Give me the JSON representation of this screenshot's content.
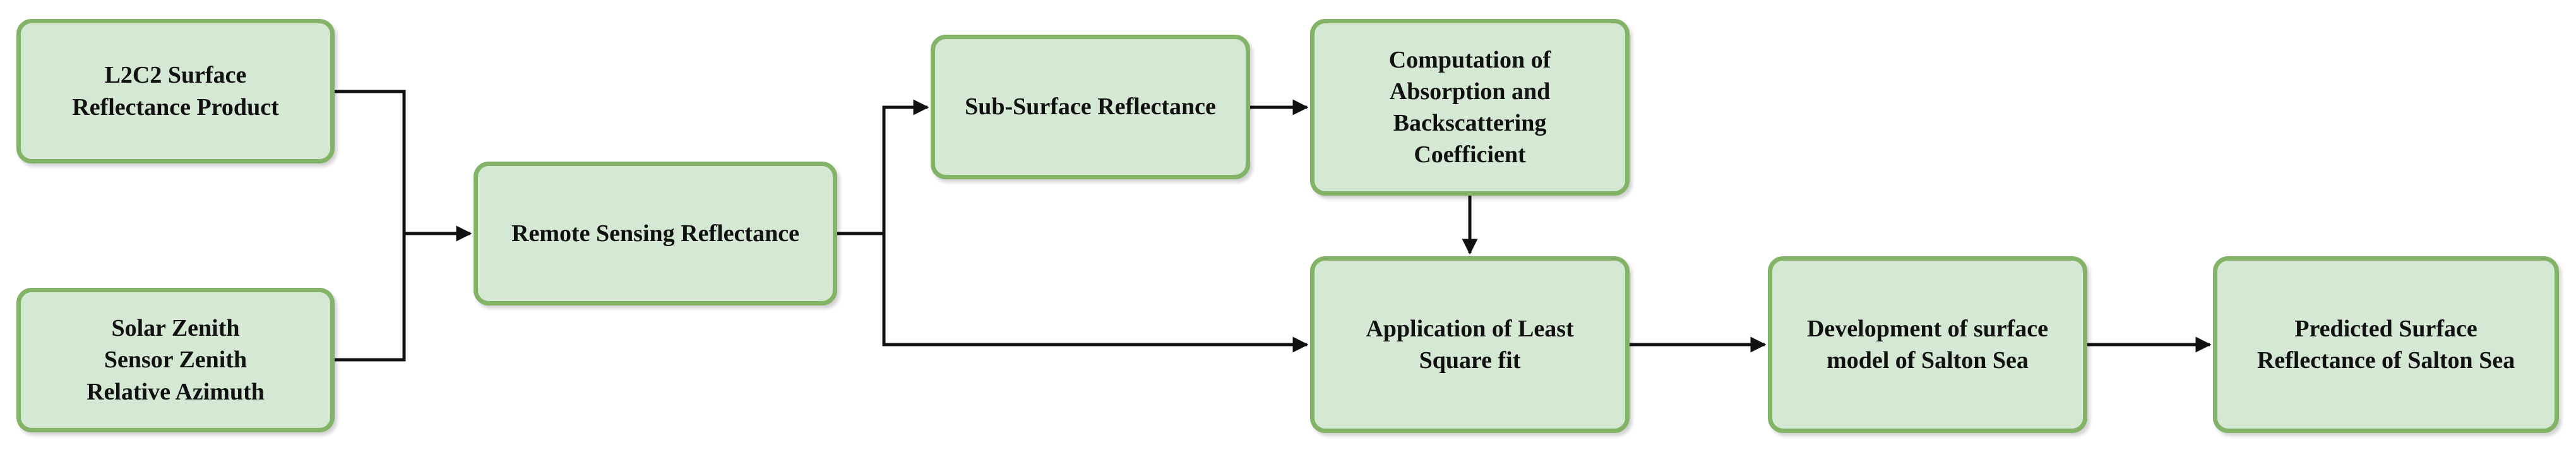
{
  "nodes": {
    "l2c2": "L2C2 Surface\nReflectance Product",
    "angles": "Solar Zenith\nSensor Zenith\nRelative Azimuth",
    "rrs": "Remote Sensing Reflectance",
    "subsurface": "Sub-Surface Reflectance",
    "computation": "Computation of\nAbsorption and\nBackscattering\nCoefficient",
    "least_square": "Application of Least\nSquare fit",
    "development": "Development of  surface\nmodel of Salton Sea",
    "predicted": "Predicted Surface\nReflectance of Salton Sea"
  },
  "colors": {
    "node_fill": "#d5e8d4",
    "node_border": "#82b366",
    "connector": "#111111"
  }
}
